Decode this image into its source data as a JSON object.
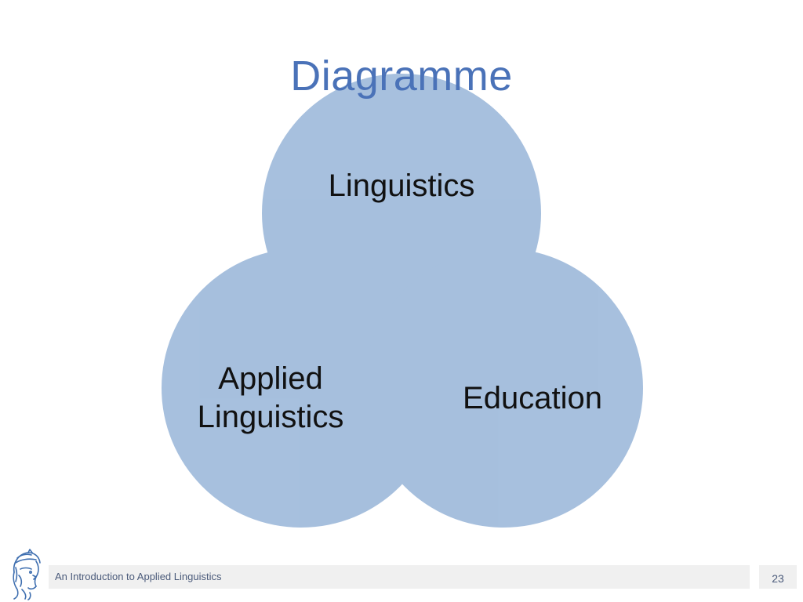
{
  "title": "Diagramme",
  "diagram": {
    "type": "venn",
    "circles": [
      {
        "id": "linguistics",
        "lines": [
          "Linguistics"
        ]
      },
      {
        "id": "applied",
        "lines": [
          "Applied",
          "Linguistics"
        ]
      },
      {
        "id": "education",
        "lines": [
          "Education"
        ]
      }
    ]
  },
  "footer": {
    "course": "An Introduction to Applied Linguistics",
    "page": "23"
  },
  "colors": {
    "title": "#4a72b8",
    "circle_fill": "#4f81bd",
    "footer_bg": "#f0f0f0"
  },
  "icons": {
    "logo": "athena-head-logo-icon"
  }
}
